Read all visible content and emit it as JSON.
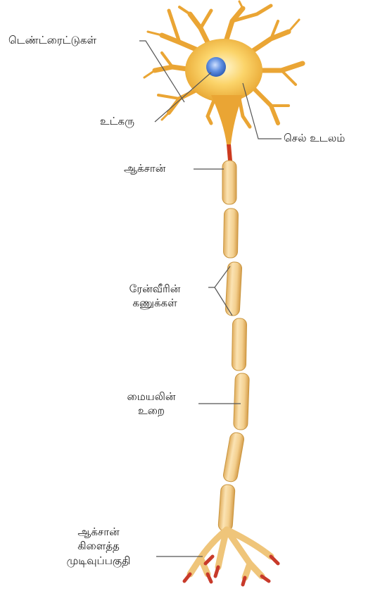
{
  "labels": {
    "dendrites": "டெண்ட்ரைட்டுகள்",
    "nucleus": "உட்கரு",
    "cell_body": "செல் உடலம்",
    "axon": "ஆக்சான்",
    "nodes_of_ranvier": [
      "ரேன்வீரின்",
      "கணுக்கள்"
    ],
    "myelin_sheath": [
      "மையலின்",
      "உறை"
    ],
    "axon_terminal": [
      "ஆக்சான்",
      "கிளைத்த",
      "முடிவுப்பகுதி"
    ]
  },
  "colors": {
    "cell_body": "#f4b43a",
    "cell_glow": "#fde9a0",
    "nucleus": "#4f7fd8",
    "myelin": "#f3cf8e",
    "myelin_edge": "#c9953f",
    "axon_red": "#cc3a1f",
    "terminal_tip": "#c83a2a",
    "leader_line": "#555555"
  }
}
